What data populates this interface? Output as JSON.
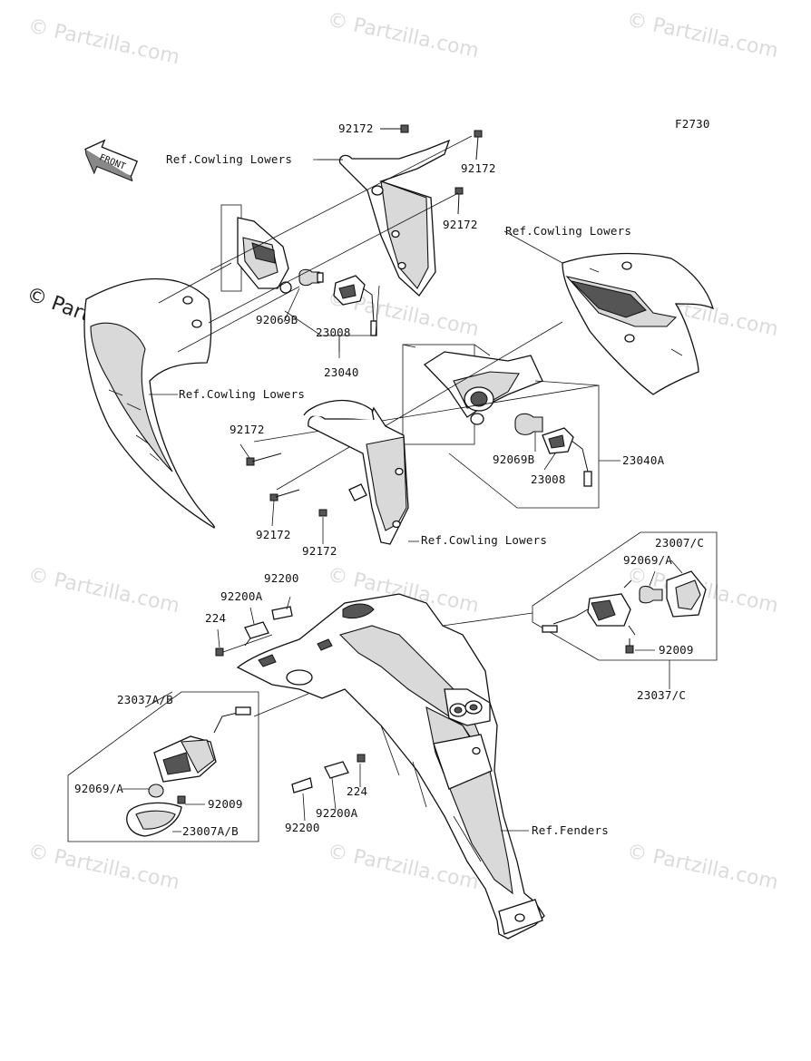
{
  "figure_code": "F2730",
  "front_arrow_label": "FRONT",
  "watermark": {
    "text": "© Partzilla.com",
    "prominent_text": "© Partzilla.com"
  },
  "labels": {
    "p92172_top": "92172",
    "p92172_right1": "92172",
    "p92172_right2": "92172",
    "ref_cowling_lowers_1": "Ref.Cowling Lowers",
    "ref_cowling_lowers_2": "Ref.Cowling Lowers",
    "ref_cowling_lowers_3": "Ref.Cowling Lowers",
    "ref_cowling_lowers_4": "Ref.Cowling Lowers",
    "p92069b_left": "92069B",
    "p23008_left": "23008",
    "p23040": "23040",
    "p92172_mid_left": "92172",
    "p92069b_right": "92069B",
    "p23008_right": "23008",
    "p23040a": "23040A",
    "p92172_low1": "92172",
    "p92172_low2": "92172",
    "p92200_top": "92200",
    "p92200a_top": "92200A",
    "p224_top": "224",
    "p23007c": "23007/C",
    "p92069a_right": "92069/A",
    "p92009_right": "92009",
    "p23037c": "23037/C",
    "p23037ab": "23037A/B",
    "p92069a_left": "92069/A",
    "p92009_left": "92009",
    "p23007ab": "23007A/B",
    "p224_bottom": "224",
    "p92200a_bottom": "92200A",
    "p92200_bottom": "92200",
    "ref_fenders": "Ref.Fenders"
  }
}
